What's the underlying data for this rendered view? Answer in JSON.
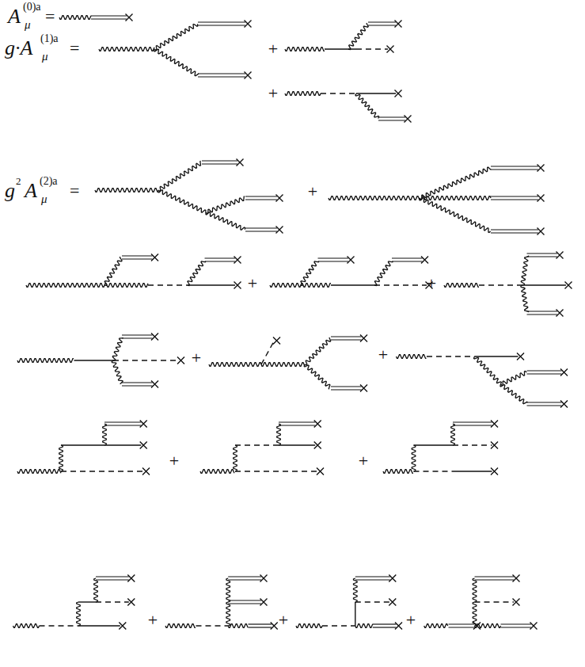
{
  "diagram": {
    "labels": [
      "A",
      "(0)a",
      "μ",
      "=",
      "g·A",
      "(1)a",
      "μ",
      "=",
      "+",
      "+",
      "g",
      "2",
      "A",
      "(2)a",
      "μ",
      "=",
      "+",
      "+",
      "+",
      "+",
      "+",
      "+",
      "+",
      "+",
      "+",
      "+"
    ]
  }
}
